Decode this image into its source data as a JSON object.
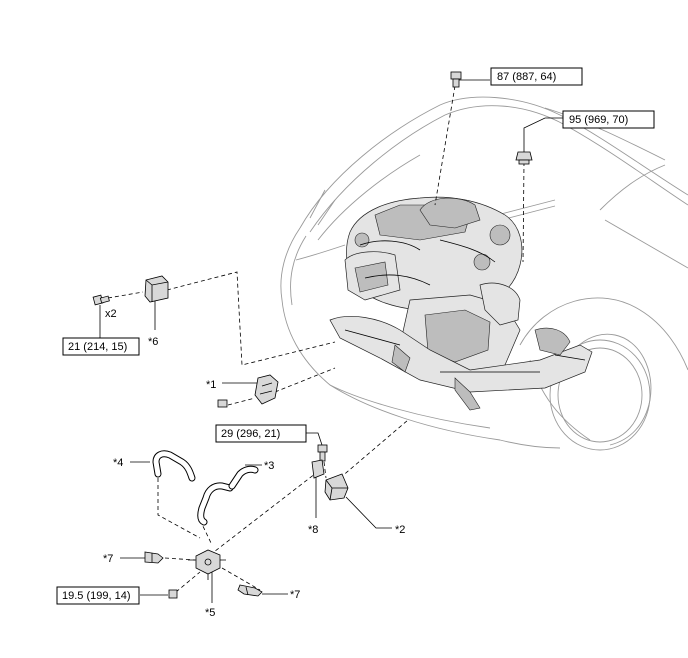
{
  "torque_specs": {
    "t87": "87 (887, 64)",
    "t95": "95 (969, 70)",
    "t21": "21 (214, 15)",
    "t29": "29 (296, 21)",
    "t195": "19.5 (199, 14)"
  },
  "quantity": {
    "x2": "x2"
  },
  "callouts": {
    "c1": "*1",
    "c2": "*2",
    "c3": "*3",
    "c4": "*4",
    "c5": "*5",
    "c6": "*6",
    "c7a": "*7",
    "c7b": "*7",
    "c8": "*8"
  }
}
